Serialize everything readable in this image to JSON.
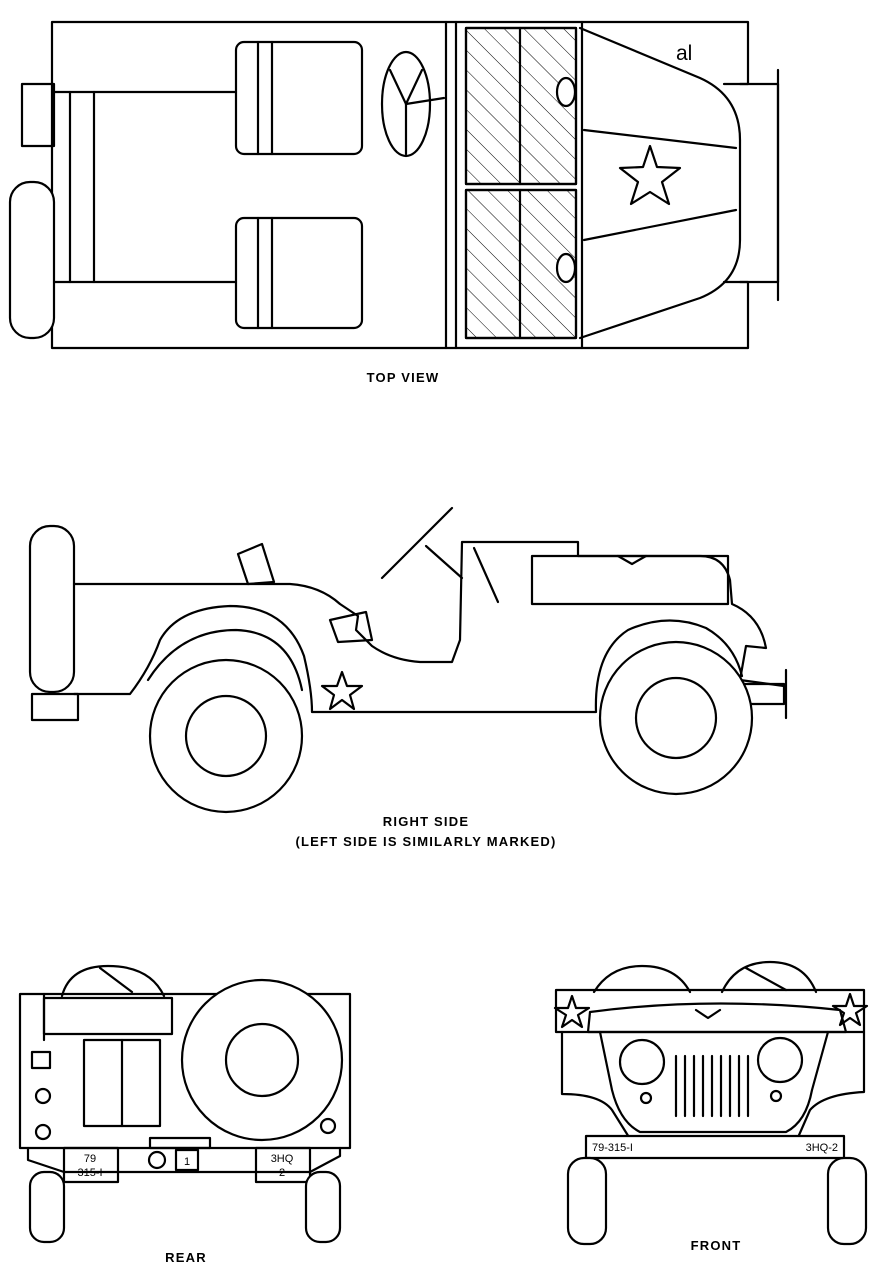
{
  "views": {
    "top": {
      "caption": "TOP VIEW",
      "bumper_marking": "al"
    },
    "side": {
      "caption": "RIGHT SIDE",
      "subcaption": "(LEFT SIDE IS SIMILARLY MARKED)"
    },
    "rear": {
      "caption": "REAR",
      "plate_left_line1": "79",
      "plate_left_line2": "315-I",
      "plate_center": "1",
      "plate_right_line1": "3HQ",
      "plate_right_line2": "2"
    },
    "front": {
      "caption": "FRONT",
      "plate_left": "79-315-I",
      "plate_right": "3HQ-2"
    }
  }
}
